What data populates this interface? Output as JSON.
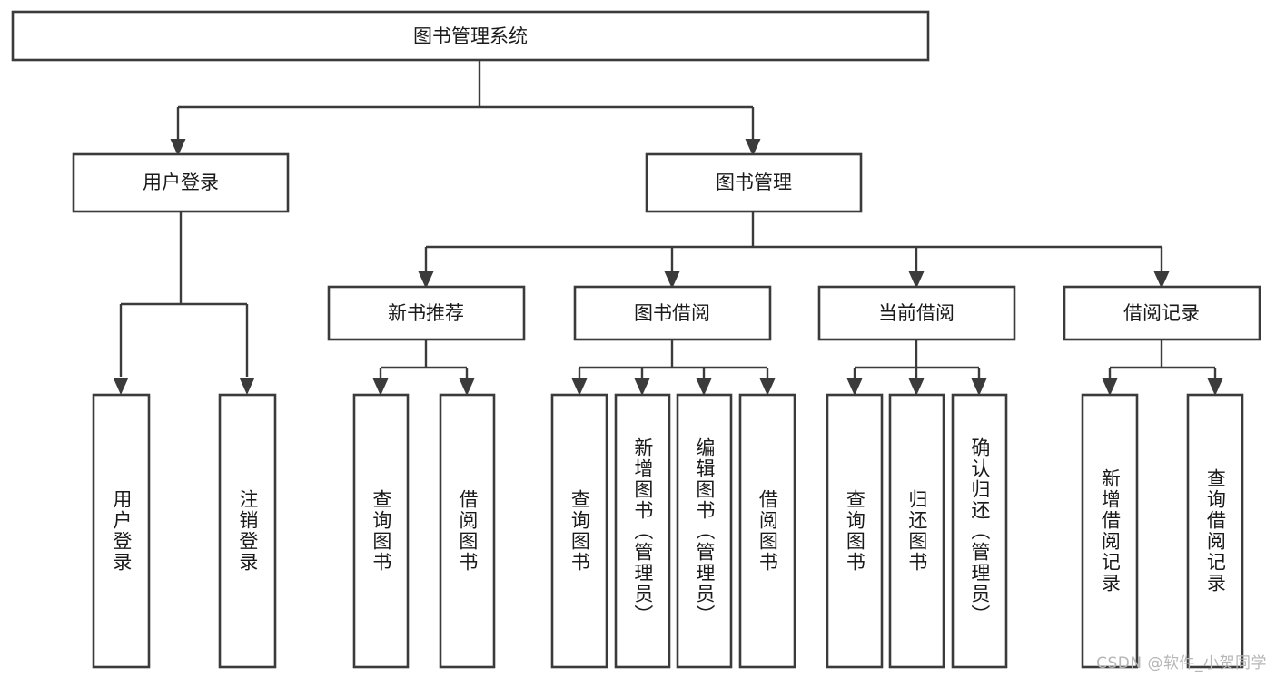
{
  "diagram": {
    "type": "tree",
    "title": "图书管理系统",
    "orientation": "top-down",
    "colors": {
      "box_stroke": "#3b3b3b",
      "box_fill": "#ffffff",
      "connector": "#3b3b3b",
      "text": "#1a1a1a",
      "watermark": "#b6b6b6",
      "background": "#ffffff"
    },
    "root": {
      "label": "图书管理系统"
    },
    "level2": [
      {
        "label": "用户登录"
      },
      {
        "label": "图书管理"
      }
    ],
    "level3": [
      {
        "label": "新书推荐"
      },
      {
        "label": "图书借阅"
      },
      {
        "label": "当前借阅"
      },
      {
        "label": "借阅记录"
      }
    ],
    "leaves": {
      "user_login": [
        {
          "label": "用户登录"
        },
        {
          "label": "注销登录"
        }
      ],
      "new_book_recommend": [
        {
          "label": "查询图书"
        },
        {
          "label": "借阅图书"
        }
      ],
      "book_borrow": [
        {
          "label": "查询图书"
        },
        {
          "label": "新增图书（管理员）"
        },
        {
          "label": "编辑图书（管理员）"
        },
        {
          "label": "借阅图书"
        }
      ],
      "current_borrow": [
        {
          "label": "查询图书"
        },
        {
          "label": "归还图书"
        },
        {
          "label": "确认归还（管理员）"
        }
      ],
      "borrow_record": [
        {
          "label": "新增借阅记录"
        },
        {
          "label": "查询借阅记录"
        }
      ]
    }
  },
  "watermark": {
    "text": "CSDN @软件_小贺同学"
  }
}
